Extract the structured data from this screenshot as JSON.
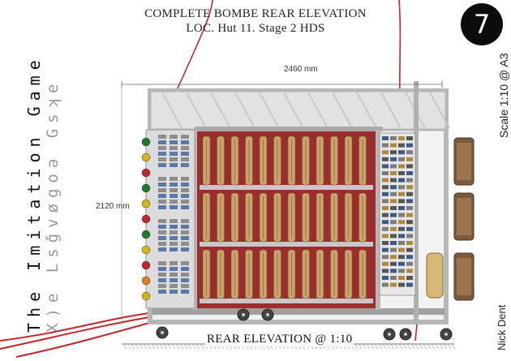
{
  "header": {
    "line1": "COMPLETE BOMBE REAR ELEVATION",
    "line2": "LOC. Hut 11. Stage 2 HDS"
  },
  "sheet_number": "7",
  "side_title": "The Imitation Game",
  "side_cipher": "X)e Lsǧvøgoǝ Gsʞe",
  "scale_note": "Scale 1:10 @ A3",
  "author": "Nick Dent",
  "dimensions": {
    "width_label": "2460 mm",
    "height_label": "2120 mm"
  },
  "footer_label": "REAR ELEVATION @ 1:10",
  "colors": {
    "frame": "#b7b7b7",
    "drum_panel": "#9b2d2d",
    "drum": "#c8a36a",
    "cable": "#c0262b",
    "badge": "#0c0c0c"
  },
  "drum_grid": {
    "rows": 3,
    "columns": 12
  },
  "lamp_colors": [
    "#1f7a2e",
    "#d6b21a",
    "#c0262b",
    "#1f7a2e",
    "#d6b21a",
    "#c0262b",
    "#1f7a2e",
    "#d6b21a",
    "#c0262b",
    "#e08020",
    "#d6b21a"
  ]
}
